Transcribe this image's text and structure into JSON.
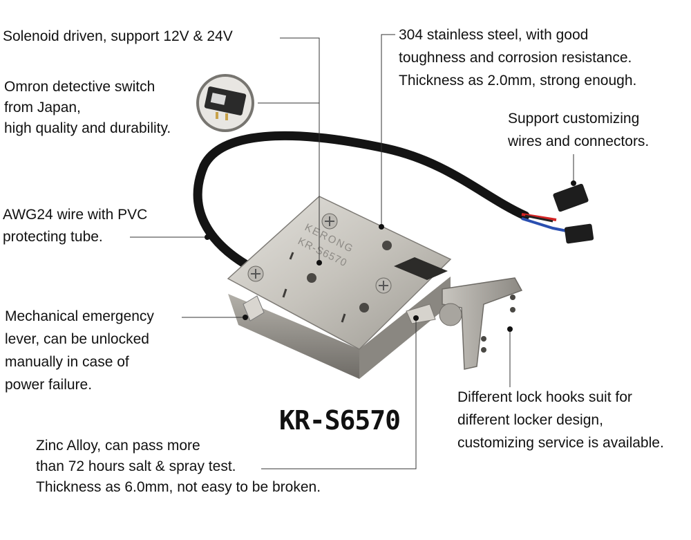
{
  "model_label": "KR-S6570",
  "engraving": {
    "brand": "KERONG",
    "model": "KR-S6570"
  },
  "callouts": {
    "solenoid": [
      "Solenoid driven, support 12V & 24V"
    ],
    "steel": [
      "304 stainless steel, with good",
      "toughness and corrosion resistance.",
      "Thickness as 2.0mm, strong enough."
    ],
    "omron": [
      "Omron detective switch",
      "from Japan,",
      "high quality and durability."
    ],
    "connectors": [
      "Support customizing",
      "wires and connectors."
    ],
    "wire": [
      "AWG24 wire with PVC",
      "protecting tube."
    ],
    "lever": [
      "Mechanical emergency",
      "lever, can be unlocked",
      "manually in case of",
      "power failure."
    ],
    "hooks": [
      "Different lock hooks suit for",
      "different locker design,",
      "customizing service is available."
    ],
    "zinc": [
      "Zinc Alloy, can pass more",
      "than 72 hours salt & spray test.",
      "Thickness as 6.0mm, not easy to be broken."
    ]
  },
  "colors": {
    "text": "#111111",
    "leader": "#333333",
    "steel": "#c9c7c1",
    "cable": "#111111"
  }
}
